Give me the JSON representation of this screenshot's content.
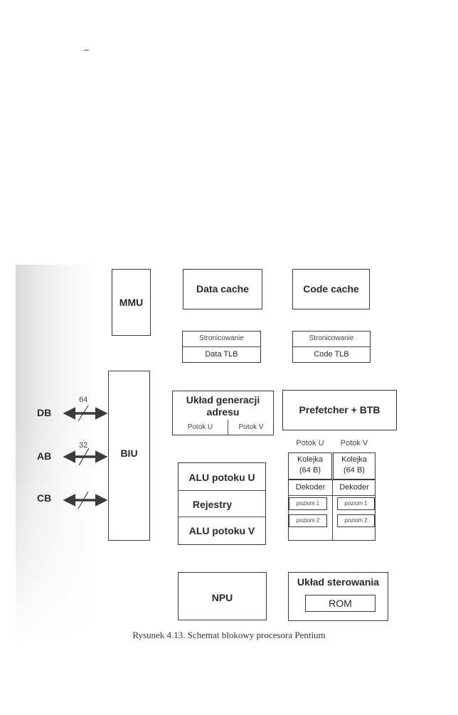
{
  "blocks": {
    "mmu": "MMU",
    "biu": "BIU",
    "data_cache": "Data cache",
    "code_cache": "Code cache",
    "data_paging": "Stronicowanie",
    "data_tlb": "Data TLB",
    "code_paging": "Stronicowanie",
    "code_tlb": "Code TLB",
    "agu_line1": "Układ generacji",
    "agu_line2": "adresu",
    "agu_u": "Potok U",
    "agu_v": "Potok V",
    "prefetcher": "Prefetcher + BTB",
    "pipe_u": "Potok U",
    "pipe_v": "Potok V",
    "queue_u_1": "Kolejka",
    "queue_u_2": "(64 B)",
    "queue_v_1": "Kolejka",
    "queue_v_2": "(64 B)",
    "decoder_u": "Dekoder",
    "decoder_v": "Dekoder",
    "level1_u": "poziom 1",
    "level1_v": "poziom 1",
    "level2_u": "poziom 2",
    "level2_v": "poziom 2",
    "alu_u": "ALU potoku U",
    "registers": "Rejestry",
    "alu_v": "ALU potoku V",
    "npu": "NPU",
    "control": "Układ sterowania",
    "rom": "ROM"
  },
  "buses": {
    "db": "DB",
    "db_width": "64",
    "ab": "AB",
    "ab_width": "32",
    "cb": "CB"
  },
  "caption": "Rysunek 4.13. Schemat blokowy procesora Pentium"
}
